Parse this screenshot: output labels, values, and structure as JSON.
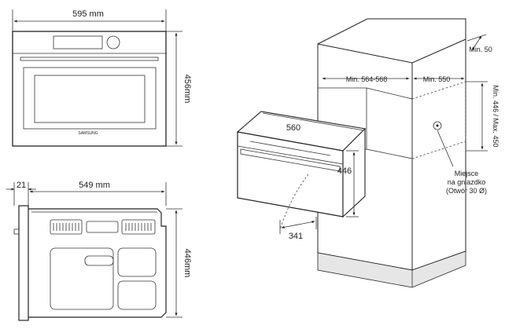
{
  "front_view": {
    "width_label": "595 mm",
    "height_label": "456mm",
    "brand": "SAMSUNG"
  },
  "side_view": {
    "door_label": "21",
    "depth_label": "549 mm",
    "height_label": "446mm"
  },
  "install_view": {
    "width_label": "560",
    "height_label": "446",
    "depth_label": "341",
    "niche_width_label": "Min. 564-568",
    "side_gap_label": "Min. 550",
    "top_gap_label": "Min. 50",
    "niche_height_label": "Min. 446 / Max. 450",
    "socket_note": [
      "Miejsce",
      "na gniazdko",
      "(Otwór 30 Ø)"
    ]
  },
  "colors": {
    "line": "#222222",
    "cabinet_base": "#e6e6e6"
  }
}
